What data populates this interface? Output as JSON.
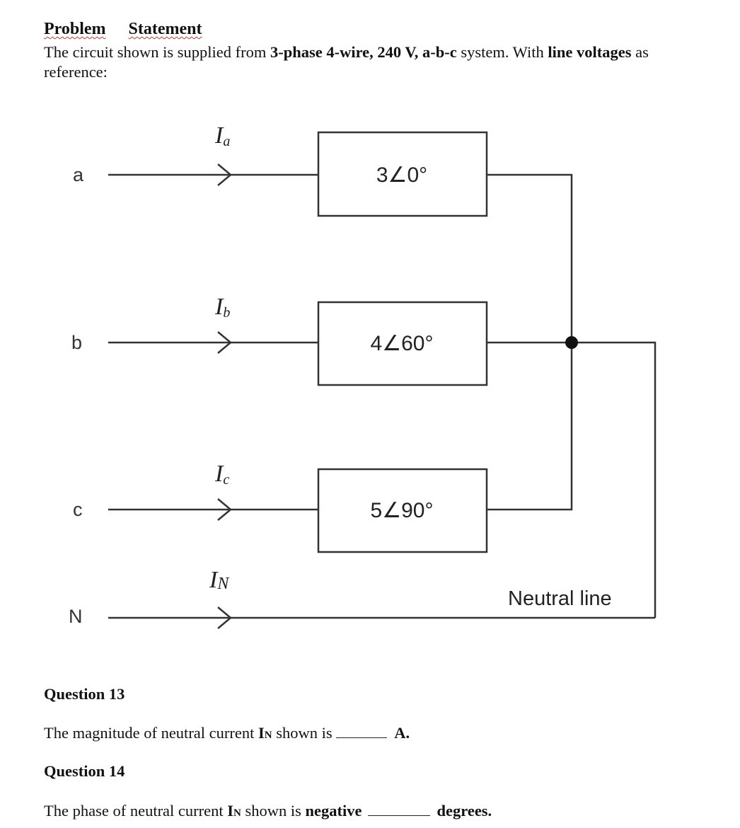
{
  "problem": {
    "title_part1": "Problem",
    "title_part2": "Statement",
    "intro_1": "The circuit shown is supplied from ",
    "intro_bold_1": "3-phase 4-wire, 240 V, a-b-c",
    "intro_2": " system. With ",
    "intro_bold_2": "line voltages",
    "intro_3": " as reference:"
  },
  "circuit": {
    "terminals": [
      "a",
      "b",
      "c",
      "N"
    ],
    "currents": [
      "I",
      "I",
      "I",
      "I"
    ],
    "current_subs": [
      "a",
      "b",
      "c",
      "N"
    ],
    "impedances": [
      "3∠0°",
      "4∠60°",
      "5∠90°"
    ],
    "neutral_label": "Neutral line"
  },
  "questions": [
    {
      "heading": "Question 13",
      "text_1": "The magnitude of neutral current ",
      "bold_var": "I",
      "bold_sub": "N",
      "text_2": " shown is ",
      "unit": "A."
    },
    {
      "heading": "Question 14",
      "text_1": "The phase of neutral current ",
      "bold_var": "I",
      "bold_sub": "N",
      "text_2": " shown is ",
      "bold_word": "negative",
      "unit": "degrees."
    }
  ]
}
